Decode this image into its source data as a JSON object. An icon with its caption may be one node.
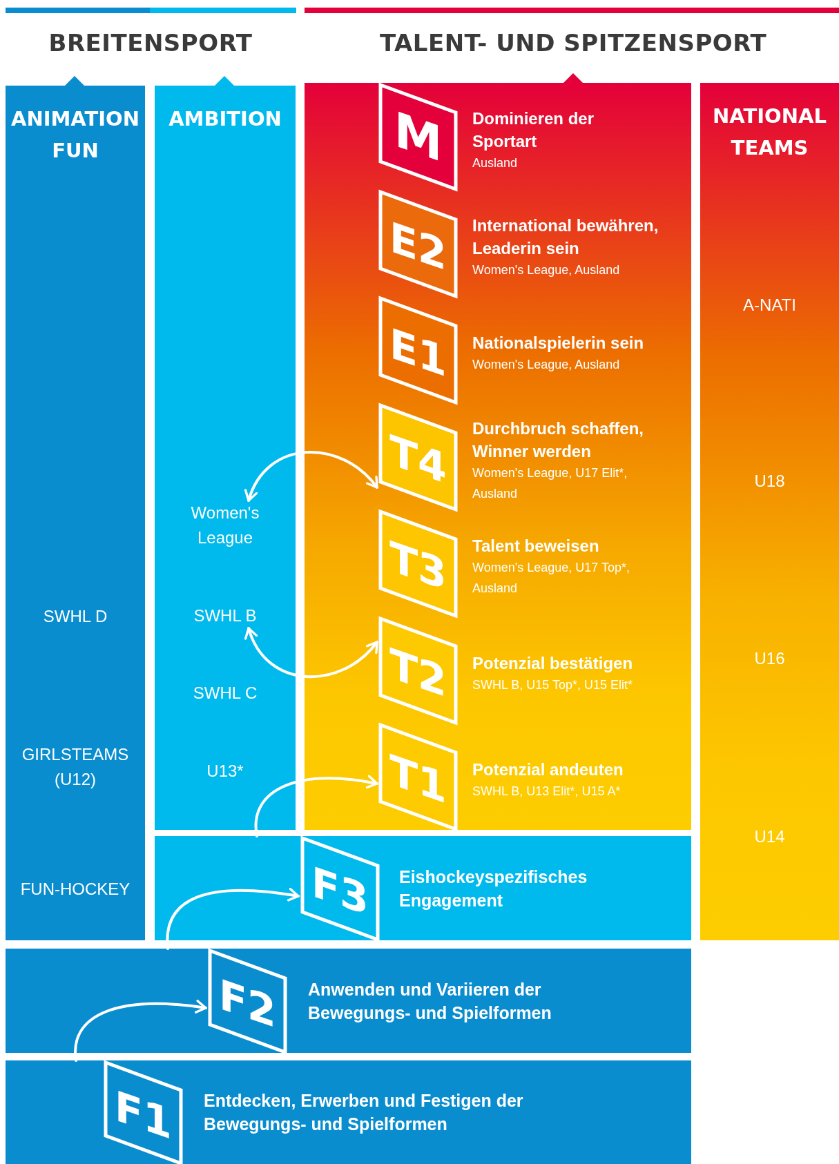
{
  "diagram": {
    "nodes": [
      {
        "text": [
          "ANIMATION FUN",
          "SWHL D",
          "GIRLSTEAMS (U12)",
          "FUN-HOCKEY"
        ]
      },
      {
        "text": [
          "AMBITION"
        ]
      },
      {
        "text": [
          "Women's League"
        ],
        "in": 1
      },
      {
        "text": [
          "SWHL B"
        ],
        "in": 1
      },
      {
        "text": [
          "SWHL C"
        ],
        "in": 1
      },
      {
        "text": [
          "U13*"
        ],
        "in": 1
      },
      {
        "text": [],
        "shape": "box"
      },
      {
        "text": [
          "M",
          "Dominieren der Sportart",
          "Ausland"
        ],
        "in": 6
      },
      {
        "text": [
          "E2",
          "International bewähren, Leaderin sein",
          "Women's League, Ausland"
        ],
        "in": 6
      },
      {
        "text": [
          "E1",
          "Nationalspielerin sein",
          "Women's League, Ausland"
        ],
        "in": 6
      },
      {
        "text": [
          "T4",
          "Durchbruch schaffen, Winner werden",
          "Women's League, U17 Elit*, Ausland"
        ],
        "in": 6
      },
      {
        "text": [
          "T3",
          "Talent beweisen",
          "Women's League, U17 Top*, Ausland"
        ],
        "in": 6
      },
      {
        "text": [
          "T2",
          "Potenzial bestätigen",
          "SWHL B, U15 Top*, U15 Elit*"
        ],
        "in": 6
      },
      {
        "text": [
          "T1",
          "Potenzial andeuten",
          "SWHL B, U13 Elit*, U15 A*"
        ],
        "in": 6
      },
      {
        "text": [
          "NATIONAL TEAMS",
          "A-NATI",
          "U18",
          "U16",
          "U14"
        ]
      },
      {
        "text": [
          "F3",
          "Eishockeyspezifisches Engagement"
        ]
      },
      {
        "text": [
          "F2",
          "Anwenden und Variieren der Bewegungs- und Spielformen"
        ]
      },
      {
        "text": [
          "F1",
          "Entdecken, Erwerben und Festigen der Bewegungs- und Spielformen"
        ]
      }
    ],
    "edges": [
      {
        "from": 2,
        "to": 10,
        "arrow": "both"
      },
      {
        "from": 3,
        "to": 12,
        "arrow": "both"
      },
      {
        "from": 15,
        "to": 13,
        "arrow": "to"
      },
      {
        "from": 16,
        "to": 15,
        "arrow": "to"
      },
      {
        "from": 17,
        "to": 16,
        "arrow": "to"
      }
    ],
    "labels": [
      "BREITENSPORT",
      "TALENT- UND SPITZENSPORT"
    ]
  }
}
